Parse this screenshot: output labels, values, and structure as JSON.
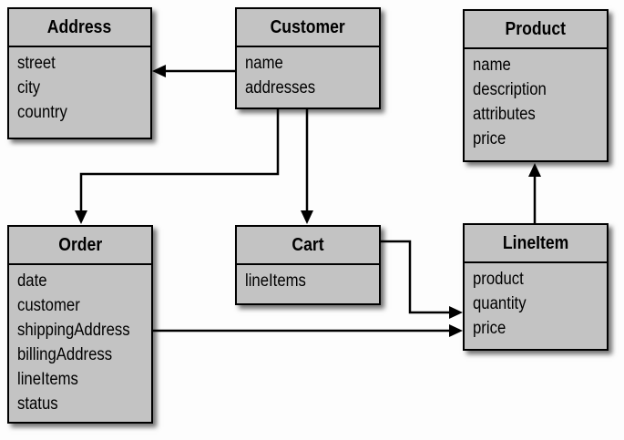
{
  "diagram": {
    "background_color": "#fdfdfd",
    "box_fill_color": "#c3c3c3",
    "border_color": "#000000",
    "entities": [
      {
        "id": "address",
        "title": "Address",
        "fields": [
          "street",
          "city",
          "country"
        ]
      },
      {
        "id": "customer",
        "title": "Customer",
        "fields": [
          "name",
          "addresses"
        ]
      },
      {
        "id": "product",
        "title": "Product",
        "fields": [
          "name",
          "description",
          "attributes",
          "price"
        ]
      },
      {
        "id": "order",
        "title": "Order",
        "fields": [
          "date",
          "customer",
          "shippingAddress",
          "billingAddress",
          "lineItems",
          "status"
        ]
      },
      {
        "id": "cart",
        "title": "Cart",
        "fields": [
          "lineItems"
        ]
      },
      {
        "id": "lineitem",
        "title": "LineItem",
        "fields": [
          "product",
          "quantity",
          "price"
        ]
      }
    ],
    "relations": [
      {
        "from": "Customer",
        "to": "Address"
      },
      {
        "from": "Customer",
        "to": "Order"
      },
      {
        "from": "Customer",
        "to": "Cart"
      },
      {
        "from": "Cart",
        "to": "LineItem"
      },
      {
        "from": "Order",
        "to": "LineItem"
      },
      {
        "from": "LineItem",
        "to": "Product"
      }
    ]
  }
}
